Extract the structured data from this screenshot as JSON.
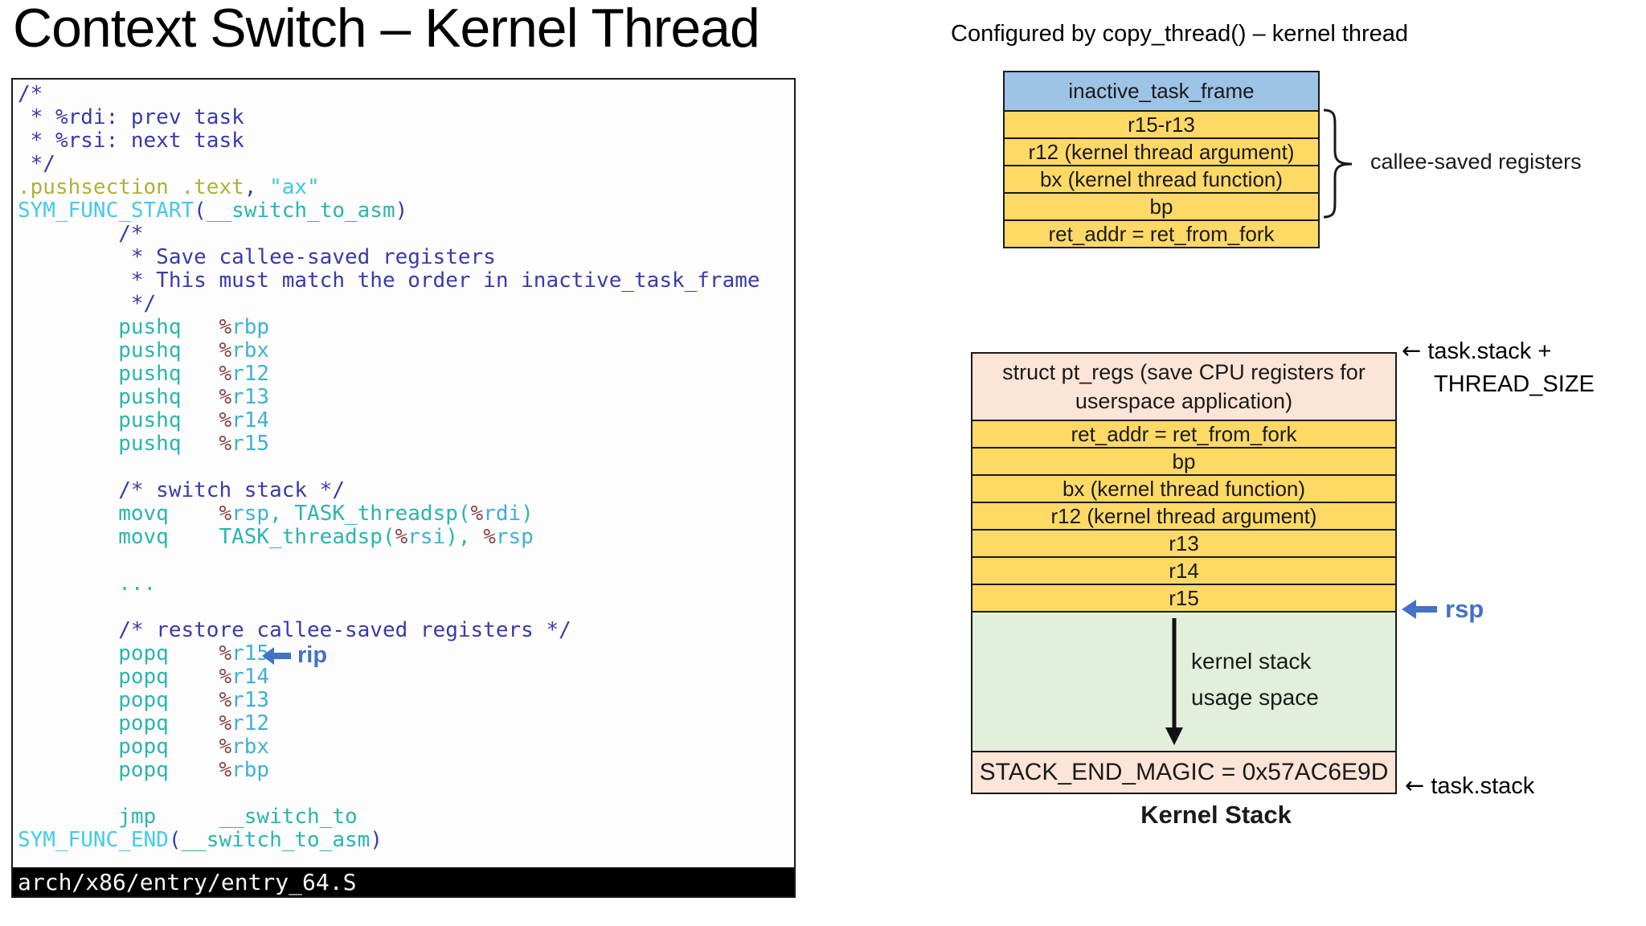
{
  "slide": {
    "title": "Context Switch – Kernel Thread"
  },
  "colors": {
    "accent_blue": "#4472C4",
    "table_yellow": "#FFD966",
    "table_blue": "#9DC3E6",
    "table_peach": "#FCE4D6",
    "table_green": "#E2EFDA",
    "code_comment": "#3a3aab",
    "code_instruction": "#2ab5ae",
    "code_register": "#3fb0d6",
    "code_percent": "#8b4545",
    "code_directive": "#b0b135",
    "code_function": "#45c9e8"
  },
  "code_panel": {
    "status_bar": "arch/x86/entry/entry_64.S",
    "rip_label": "rip",
    "lines": [
      [
        [
          "cm",
          "/*"
        ]
      ],
      [
        [
          "cm",
          " * %rdi: prev task"
        ]
      ],
      [
        [
          "cm",
          " * %rsi: next task"
        ]
      ],
      [
        [
          "cm",
          " */"
        ]
      ],
      [
        [
          "dr",
          ".pushsection .text"
        ],
        [
          "pn",
          ","
        ],
        [
          "st",
          " \"ax\""
        ]
      ],
      [
        [
          "fn",
          "SYM_FUNC_START"
        ],
        [
          "pn",
          "("
        ],
        [
          "kw",
          "__switch_to_asm"
        ],
        [
          "pn",
          ")"
        ]
      ],
      [
        [
          "cm",
          "        /*"
        ]
      ],
      [
        [
          "cm",
          "         * Save callee-saved registers"
        ]
      ],
      [
        [
          "cm",
          "         * This must match the order in inactive_task_frame"
        ]
      ],
      [
        [
          "cm",
          "         */"
        ]
      ],
      [
        [
          "kw",
          "        pushq   "
        ],
        [
          "pc",
          "%"
        ],
        [
          "rg",
          "rbp"
        ]
      ],
      [
        [
          "kw",
          "        pushq   "
        ],
        [
          "pc",
          "%"
        ],
        [
          "rg",
          "rbx"
        ]
      ],
      [
        [
          "kw",
          "        pushq   "
        ],
        [
          "pc",
          "%"
        ],
        [
          "rg",
          "r12"
        ]
      ],
      [
        [
          "kw",
          "        pushq   "
        ],
        [
          "pc",
          "%"
        ],
        [
          "rg",
          "r13"
        ]
      ],
      [
        [
          "kw",
          "        pushq   "
        ],
        [
          "pc",
          "%"
        ],
        [
          "rg",
          "r14"
        ]
      ],
      [
        [
          "kw",
          "        pushq   "
        ],
        [
          "pc",
          "%"
        ],
        [
          "rg",
          "r15"
        ]
      ],
      [],
      [
        [
          "cm",
          "        /* switch stack */"
        ]
      ],
      [
        [
          "kw",
          "        movq    "
        ],
        [
          "pc",
          "%"
        ],
        [
          "rg",
          "rsp"
        ],
        [
          "kw",
          ", TASK_threadsp("
        ],
        [
          "pc",
          "%"
        ],
        [
          "rg",
          "rdi"
        ],
        [
          "kw",
          ")"
        ]
      ],
      [
        [
          "kw",
          "        movq    TASK_threadsp("
        ],
        [
          "pc",
          "%"
        ],
        [
          "rg",
          "rsi"
        ],
        [
          "kw",
          "), "
        ],
        [
          "pc",
          "%"
        ],
        [
          "rg",
          "rsp"
        ]
      ],
      [],
      [
        [
          "kw",
          "        ..."
        ]
      ],
      [],
      [
        [
          "cm",
          "        /* restore callee-saved registers */"
        ]
      ],
      [
        [
          "kw",
          "        popq    "
        ],
        [
          "pc",
          "%"
        ],
        [
          "rg",
          "r15"
        ]
      ],
      [
        [
          "kw",
          "        popq    "
        ],
        [
          "pc",
          "%"
        ],
        [
          "rg",
          "r14"
        ]
      ],
      [
        [
          "kw",
          "        popq    "
        ],
        [
          "pc",
          "%"
        ],
        [
          "rg",
          "r13"
        ]
      ],
      [
        [
          "kw",
          "        popq    "
        ],
        [
          "pc",
          "%"
        ],
        [
          "rg",
          "r12"
        ]
      ],
      [
        [
          "kw",
          "        popq    "
        ],
        [
          "pc",
          "%"
        ],
        [
          "rg",
          "rbx"
        ]
      ],
      [
        [
          "kw",
          "        popq    "
        ],
        [
          "pc",
          "%"
        ],
        [
          "rg",
          "rbp"
        ]
      ],
      [],
      [
        [
          "kw",
          "        jmp     __switch_to"
        ]
      ],
      [
        [
          "fn",
          "SYM_FUNC_END"
        ],
        [
          "pn",
          "("
        ],
        [
          "kw",
          "__switch_to_asm"
        ],
        [
          "pn",
          ")"
        ]
      ]
    ]
  },
  "copy_thread": {
    "heading": "Configured by copy_thread() – kernel thread",
    "frame": {
      "header": "inactive_task_frame",
      "rows": [
        "r15-r13",
        "r12 (kernel thread argument)",
        "bx (kernel thread function)",
        "bp",
        "ret_addr = ret_from_fork"
      ],
      "brace_label": "callee-saved registers"
    }
  },
  "kernel_stack": {
    "top_header": "struct pt_regs (save CPU registers for userspace application)",
    "rows": [
      "ret_addr = ret_from_fork",
      "bp",
      "bx (kernel thread function)",
      "r12 (kernel thread argument)",
      "r13",
      "r14",
      "r15"
    ],
    "usage_label": "kernel stack\nusage space",
    "magic_row": "STACK_END_MAGIC = 0x57AC6E9D",
    "caption": "Kernel Stack",
    "annotations": {
      "top_line1": "task.stack +",
      "top_line2": "THREAD_SIZE",
      "rsp": "rsp",
      "bottom": "task.stack"
    }
  }
}
